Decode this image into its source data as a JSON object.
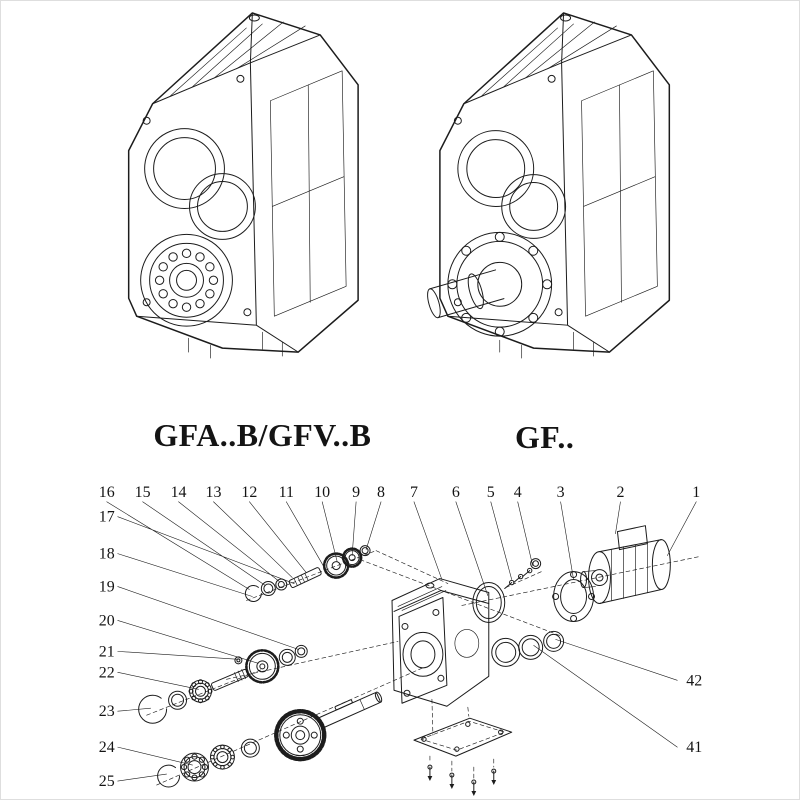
{
  "page": {
    "background": "#ffffff",
    "line_color": "#1c1c1c"
  },
  "models": {
    "left_label": "GFA..B/GFV..B",
    "right_label": "GF.."
  },
  "exploded": {
    "callouts_top": [
      "16",
      "15",
      "14",
      "13",
      "12",
      "11",
      "10",
      "9",
      "8",
      "7",
      "6",
      "5",
      "4",
      "3",
      "2",
      "1"
    ],
    "callouts_left": [
      "17",
      "18",
      "19",
      "20",
      "21",
      "22",
      "23",
      "24",
      "25"
    ],
    "callouts_right": [
      "42",
      "41"
    ]
  }
}
